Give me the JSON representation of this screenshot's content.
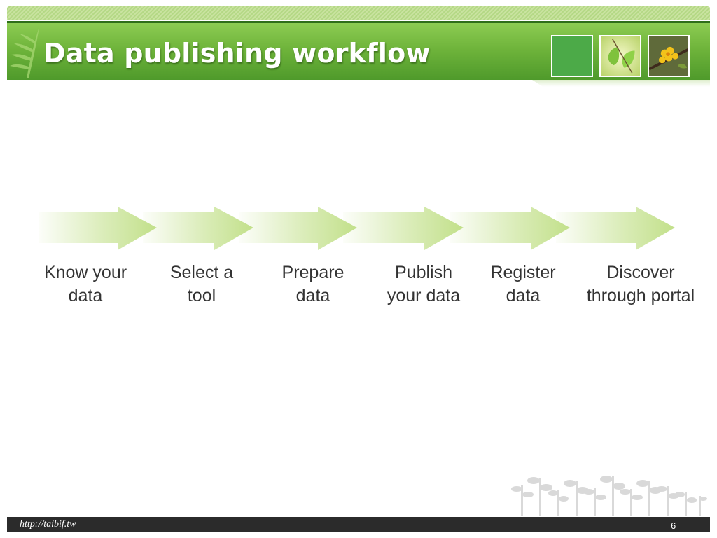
{
  "slide": {
    "title": "Data publishing workflow",
    "footer_url": "http://taibif.tw",
    "page_number": "6"
  },
  "header_images": [
    "green-square-icon",
    "leaf-photo-icon",
    "yellow-flower-photo-icon"
  ],
  "colors": {
    "header_green": "#6fb43b",
    "arrow_green": "#c2e08a",
    "footer_bg": "#2b2b2b",
    "label_text": "#333333"
  },
  "workflow": {
    "steps": [
      {
        "line1": "Know your",
        "line2": "data"
      },
      {
        "line1": "Select a",
        "line2": "tool"
      },
      {
        "line1": "Prepare",
        "line2": "data"
      },
      {
        "line1": "Publish",
        "line2": "your data"
      },
      {
        "line1": "Register",
        "line2": "data"
      },
      {
        "line1": "Discover",
        "line2": "through portal"
      }
    ]
  }
}
